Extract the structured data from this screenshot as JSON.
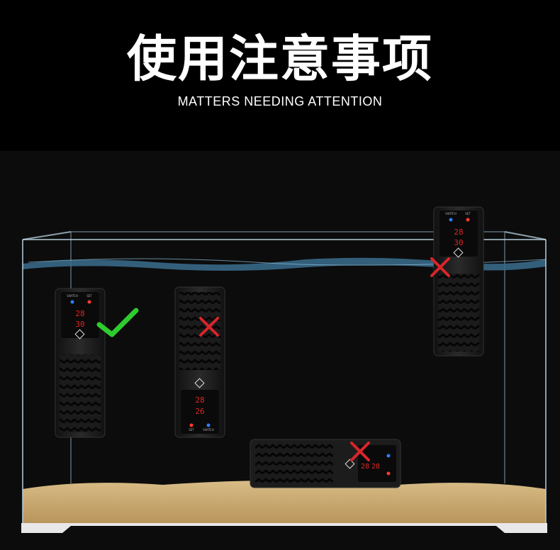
{
  "header": {
    "title_cn": "使用注意事项",
    "title_en": "MATTERS NEEDING ATTENTION"
  },
  "heaters": {
    "correct": {
      "temp_top": "28",
      "temp_bottom": "30",
      "label_left": "SWITCH",
      "label_right": "SET"
    },
    "wrong_mid": {
      "temp_top": "28",
      "temp_bottom": "26",
      "label_left": "SET",
      "label_right": "SWITCH"
    },
    "wrong_top": {
      "temp_top": "28",
      "temp_bottom": "30",
      "label_left": "SWITCH",
      "label_right": "SET"
    },
    "wrong_flat": {
      "temp_top": "28",
      "temp_bottom": "28"
    }
  },
  "marks": {
    "correct": "check-mark",
    "wrong": "cross-mark"
  },
  "colors": {
    "check": "#2ecc2e",
    "cross": "#d9252a",
    "digits": "#e02525",
    "water": "#3b6f8f",
    "sand": "#cfb07a"
  }
}
